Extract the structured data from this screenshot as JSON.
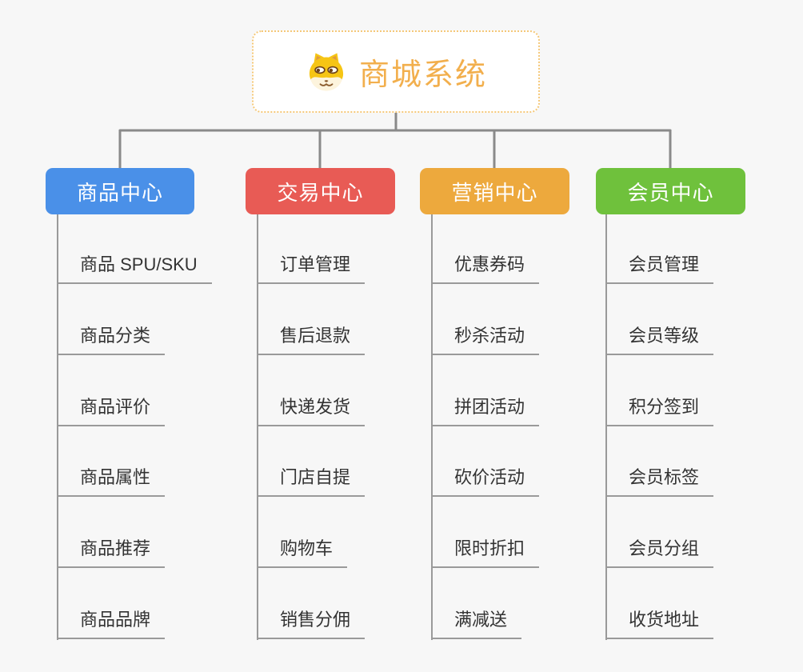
{
  "page": {
    "background_color": "#f7f7f7"
  },
  "root": {
    "label": "商城系统",
    "icon": "dog-face-icon",
    "text_color": "#f2af4d",
    "border_color": "#f5c878"
  },
  "branches": [
    {
      "label": "商品中心",
      "color": "#4a90e8",
      "children": [
        "商品 SPU/SKU",
        "商品分类",
        "商品评价",
        "商品属性",
        "商品推荐",
        "商品品牌"
      ]
    },
    {
      "label": "交易中心",
      "color": "#e85b55",
      "children": [
        "订单管理",
        "售后退款",
        "快递发货",
        "门店自提",
        "购物车",
        "销售分佣"
      ]
    },
    {
      "label": "营销中心",
      "color": "#eda93d",
      "children": [
        "优惠券码",
        "秒杀活动",
        "拼团活动",
        "砍价活动",
        "限时折扣",
        "满减送"
      ]
    },
    {
      "label": "会员中心",
      "color": "#6fc13c",
      "children": [
        "会员管理",
        "会员等级",
        "积分签到",
        "会员标签",
        "会员分组",
        "收货地址"
      ]
    }
  ],
  "styles": {
    "connector_color": "#8a8a8a",
    "spine_color": "#9a9a9a",
    "child_text_color": "#333333",
    "branch_text_color": "#ffffff"
  }
}
